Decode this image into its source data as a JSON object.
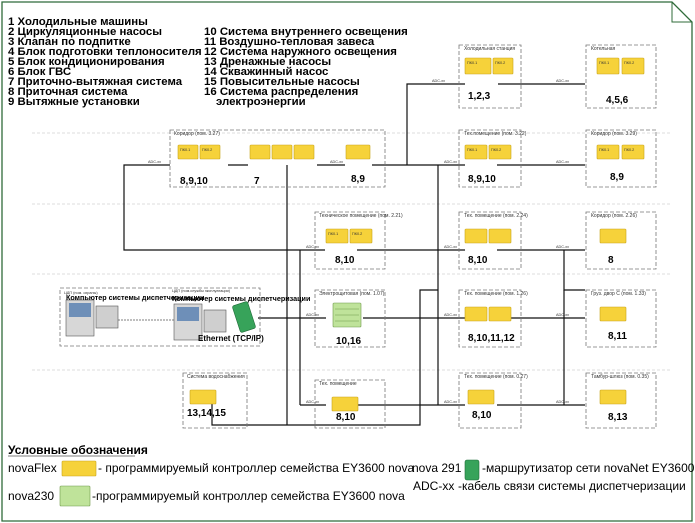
{
  "systems_left": [
    "1 Холодильные машины",
    "2 Циркуляционные насосы",
    "3 Клапан по подпитке",
    "4 Блок подготовки теплоносителя",
    "5 Блок кондиционирования",
    "6 Блок ГВС",
    "7 Приточно-вытяжная система",
    "8 Приточная система",
    "9 Вытяжные установки"
  ],
  "systems_right": [
    "10 Система внутреннего освещения",
    "11 Воздушно-тепловая завеса",
    "12 Система наружного освещения",
    "13 Дренажные насосы",
    "14 Скважинный насос",
    "15 Повысительные насосы",
    "16 Система распределения",
    "электроэнергии"
  ],
  "nodes": {
    "chiller": {
      "title": "Холодильная станция",
      "numbers": "1,2,3"
    },
    "boiler": {
      "title": "Котельная",
      "numbers": "4,5,6"
    },
    "corridor1": {
      "title": "Коридор (пом. 3.27)",
      "numbers_a": "8,9,10",
      "numbers_b": "7",
      "numbers_c": "8,9"
    },
    "tech322": {
      "title": "Тех.помещение (пом. 3.22)",
      "numbers": "8,9,10"
    },
    "corridor329": {
      "title": "Коридор (пом. 3.29)",
      "numbers": "8,9"
    },
    "tech221": {
      "title": "Техническое помещение (пом. 2.21)",
      "numbers": "8,10"
    },
    "tech224": {
      "title": "Тех. помещение (пом. 2.24)",
      "numbers": "8,10"
    },
    "corridor226": {
      "title": "Коридор (пом. 2.26)",
      "numbers": "8"
    },
    "electric": {
      "title": "Электрощитовая (пом. 1.07)",
      "numbers": "10,16"
    },
    "tech126": {
      "title": "Тех. помещение (пом. 1.26)",
      "numbers": "8,10,11,12"
    },
    "cargo": {
      "title": "Груз. двор С (пом. 1.33)",
      "numbers": "8,11"
    },
    "water": {
      "title": "Система водоснабжения",
      "numbers": "13,14,15"
    },
    "tech_b": {
      "title": "Тех. помещение",
      "numbers": "8,10"
    },
    "tech_c": {
      "title": "Тех. помещение (пом. 0.27)",
      "numbers": "8,10"
    },
    "tambour": {
      "title": "Тамбур-шлюз (пом. 0.35)",
      "numbers": "8,13"
    }
  },
  "dispatch": {
    "pc1_caption": "ЦДП (пом. охраны)",
    "pc1_label": "Компьютер системы диспетчеризации",
    "pc2_caption": "ЦДП (пом.службы эксплуатации)",
    "pc2_label": "Компьютер системы диспетчеризации",
    "ethernet": "Ethernet (TCP/IP)"
  },
  "controller_labels": {
    "primary": "ПК0.1",
    "secondary": "ПК0.2",
    "small": "ШАУ-1"
  },
  "cable_label": "ADC-xx",
  "legend": {
    "title": "Условные обозначения",
    "flex_name": "novaFlex",
    "flex_desc": "- программируемый контроллер семейства EY3600 nova",
    "n230_name": "nova230",
    "n230_desc": "-программируемый контроллер семейства EY3600 nova",
    "n291_name": "nova 291",
    "n291_desc": "-маршрутизатор сети novaNet EY3600",
    "adc_name": "ADC-xx",
    "adc_desc": "-кабель связи системы диспетчеризации"
  },
  "colors": {
    "controller": "#f6d23a",
    "controller_edge": "#c9a41a",
    "nova230": "#bfe39a",
    "router": "#37a35a",
    "frame": "#2f6b3a"
  }
}
